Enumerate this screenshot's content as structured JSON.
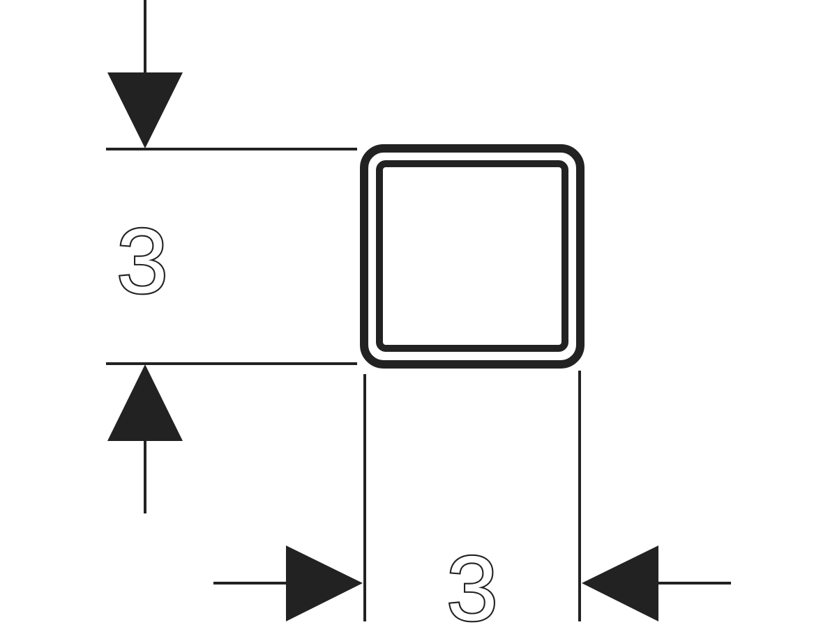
{
  "diagram": {
    "type": "dimension-drawing",
    "height_label": "3",
    "width_label": "3",
    "line_color": "#222222",
    "background_color": "#ffffff"
  }
}
